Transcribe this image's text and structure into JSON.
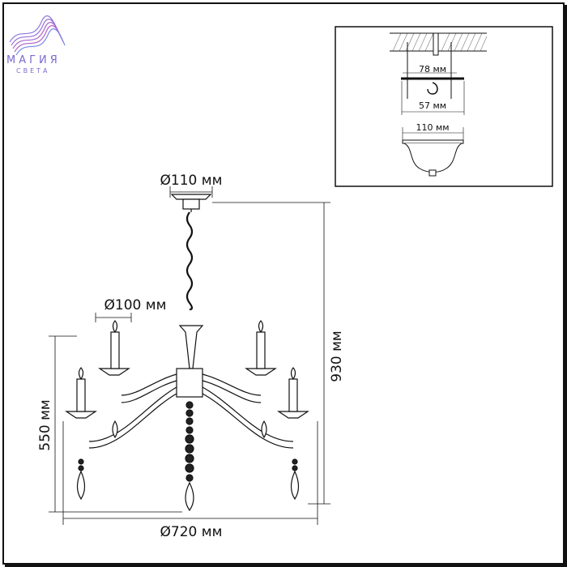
{
  "logo": {
    "line1": "МАГИЯ",
    "line2": "СВЕТА"
  },
  "dimensions": {
    "canopy_diameter": "Ø110 мм",
    "cup_diameter": "Ø100 мм",
    "total_height": "930 мм",
    "body_height": "550 мм",
    "total_diameter": "Ø720 мм"
  },
  "inset": {
    "hole_spacing": "78 мм",
    "plate_width": "57 мм",
    "canopy_width": "110 мм"
  }
}
